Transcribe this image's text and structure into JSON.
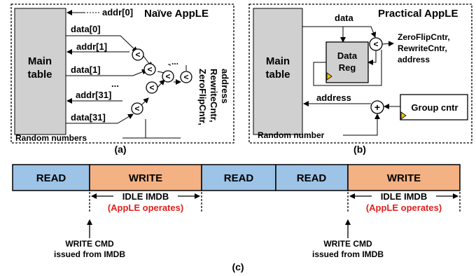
{
  "panel_a": {
    "title": "Naïve AppLE",
    "main_table": [
      "Main",
      "table"
    ],
    "signals": [
      "addr[0]",
      "data[0]",
      "addr[1]",
      "data[1]",
      "...",
      "addr[31]",
      "data[31]"
    ],
    "comparator_symbol": "<",
    "dots": "...",
    "outputs": [
      "ZeroFlipCntr,",
      "RewriteCntr,",
      "address"
    ],
    "random": "Random numbers",
    "caption": "(a)"
  },
  "panel_b": {
    "title": "Practical AppLE",
    "main_table": [
      "Main",
      "table"
    ],
    "data_label": "data",
    "data_reg": [
      "Data",
      "Reg"
    ],
    "comparator_symbol": "<",
    "outputs": [
      "ZeroFlipCntr,",
      "RewriteCntr,",
      "address"
    ],
    "address_label": "address",
    "adder_symbol": "+",
    "group_cntr": "Group cntr",
    "random": "Random number",
    "caption": "(b)"
  },
  "panel_c": {
    "segments": [
      "READ",
      "WRITE",
      "READ",
      "READ",
      "WRITE"
    ],
    "idle_lines": [
      {
        "line1": "IDLE IMDB",
        "line2": "(AppLE operates)"
      },
      {
        "line1": "IDLE IMDB",
        "line2": "(AppLE operates)"
      }
    ],
    "cmd_labels": [
      {
        "line1": "WRITE CMD",
        "line2": "issued from IMDB"
      },
      {
        "line1": "WRITE CMD",
        "line2": "issued from IMDB"
      }
    ],
    "caption": "(c)"
  },
  "colors": {
    "read_fill": "#9dc3e6",
    "write_fill": "#f4b183",
    "table_fill": "#d0d0d0",
    "reg_fill": "#d0d0d0",
    "operates_text": "#e0201b"
  }
}
